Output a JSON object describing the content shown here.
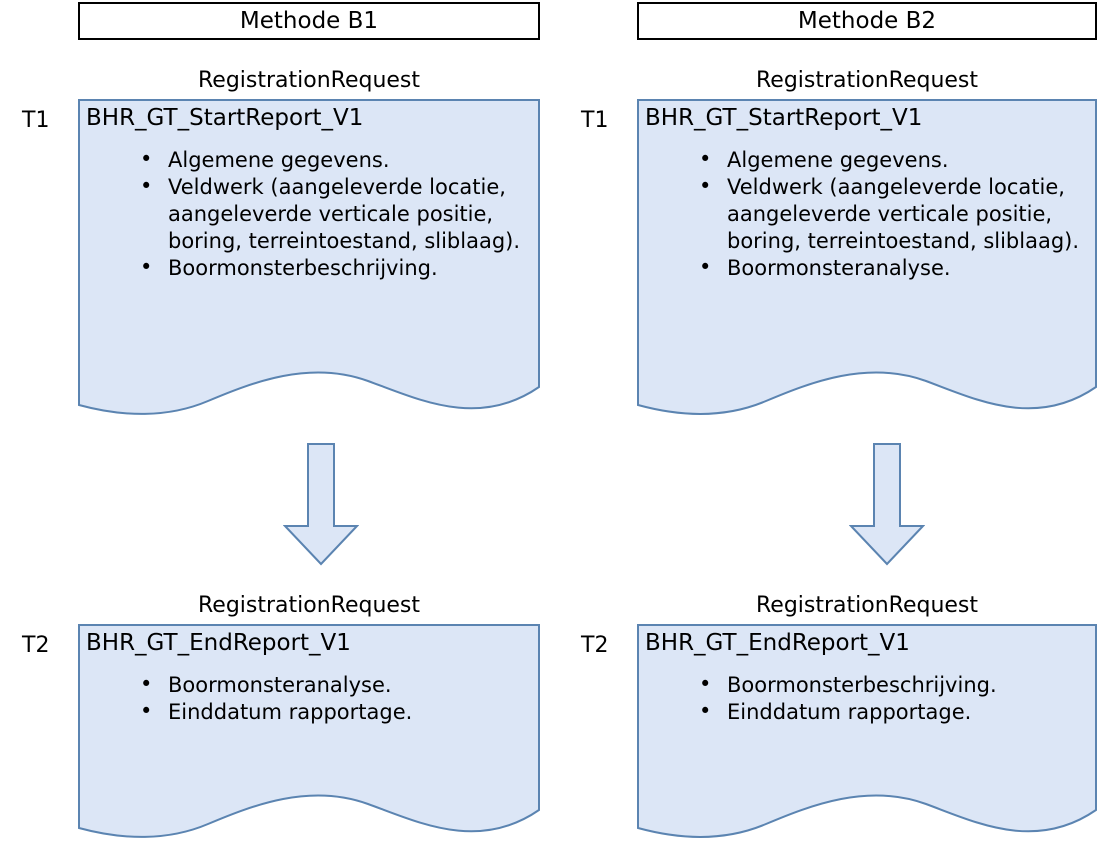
{
  "diagram": {
    "title_hidden": "",
    "colors": {
      "document_fill": "#dce6f6",
      "document_border": "#5b84b1",
      "header_border": "#000000",
      "text": "#000000",
      "background": "#ffffff"
    },
    "columns": [
      {
        "id": "b1",
        "header": "Methode B1",
        "steps": [
          {
            "id": "t1",
            "time_label": "T1",
            "caption": "RegistrationRequest",
            "doc_title": "BHR_GT_StartReport_V1",
            "bullets": [
              "Algemene gegevens.",
              "Veldwerk (aangeleverde locatie, aangeleverde verticale positie, boring, terreintoestand, sliblaag).",
              "Boormonsterbeschrijving."
            ]
          },
          {
            "id": "t2",
            "time_label": "T2",
            "caption": "RegistrationRequest",
            "doc_title": "BHR_GT_EndReport_V1",
            "bullets": [
              "Boormonsteranalyse.",
              "Einddatum rapportage."
            ]
          }
        ],
        "arrow": "down-arrow"
      },
      {
        "id": "b2",
        "header": "Methode B2",
        "steps": [
          {
            "id": "t1",
            "time_label": "T1",
            "caption": "RegistrationRequest",
            "doc_title": "BHR_GT_StartReport_V1",
            "bullets": [
              "Algemene gegevens.",
              "Veldwerk (aangeleverde locatie, aangeleverde verticale positie, boring, terreintoestand, sliblaag).",
              "Boormonsteranalyse."
            ]
          },
          {
            "id": "t2",
            "time_label": "T2",
            "caption": "RegistrationRequest",
            "doc_title": "BHR_GT_EndReport_V1",
            "bullets": [
              "Boormonsterbeschrijving.",
              "Einddatum rapportage."
            ]
          }
        ],
        "arrow": "down-arrow"
      }
    ]
  }
}
